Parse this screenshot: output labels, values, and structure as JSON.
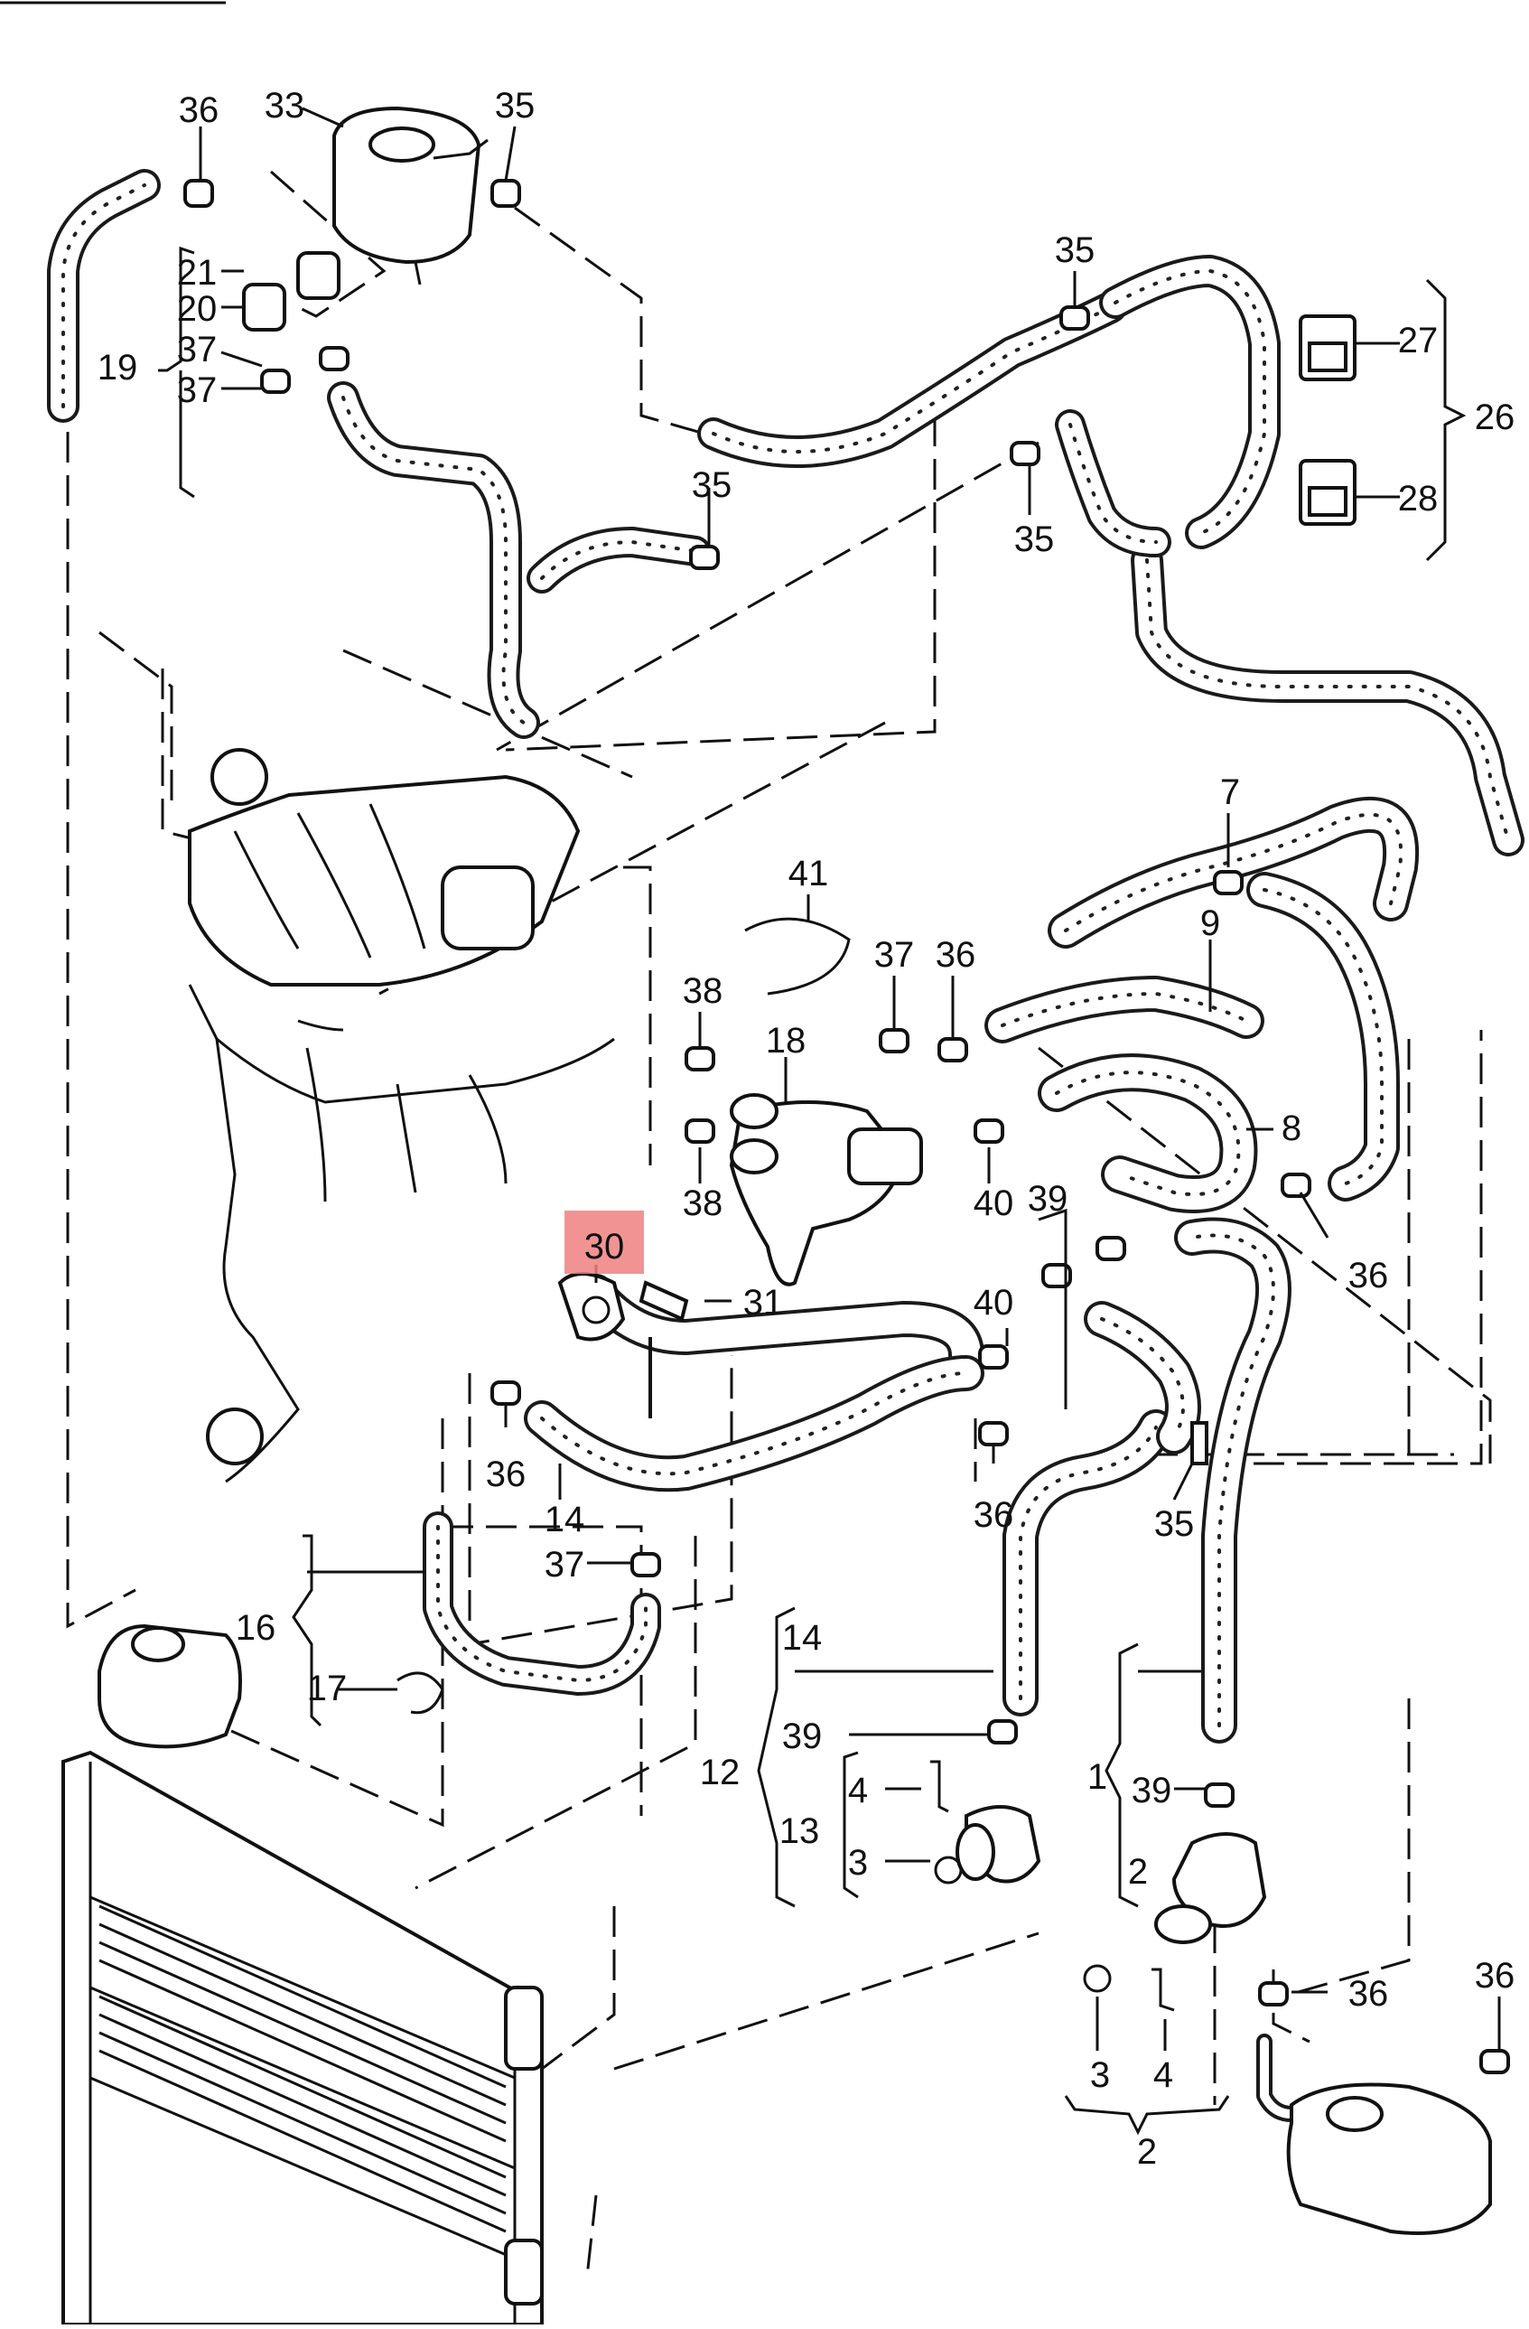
{
  "diagram": {
    "highlight_color": "#f08080",
    "highlighted_part": "30",
    "callouts": [
      {
        "id": "c36-top",
        "text": "36"
      },
      {
        "id": "c33",
        "text": "33"
      },
      {
        "id": "c35-top",
        "text": "35"
      },
      {
        "id": "c21",
        "text": "21"
      },
      {
        "id": "c20",
        "text": "20"
      },
      {
        "id": "c19",
        "text": "19"
      },
      {
        "id": "c37-a",
        "text": "37"
      },
      {
        "id": "c37-b",
        "text": "37"
      },
      {
        "id": "c35-right",
        "text": "35"
      },
      {
        "id": "c27",
        "text": "27"
      },
      {
        "id": "c26",
        "text": "26"
      },
      {
        "id": "c28",
        "text": "28"
      },
      {
        "id": "c35-mid",
        "text": "35"
      },
      {
        "id": "c35-center",
        "text": "35"
      },
      {
        "id": "c7",
        "text": "7"
      },
      {
        "id": "c41",
        "text": "41"
      },
      {
        "id": "c37-mid",
        "text": "37"
      },
      {
        "id": "c36-mid",
        "text": "36"
      },
      {
        "id": "c9",
        "text": "9"
      },
      {
        "id": "c38-a",
        "text": "38"
      },
      {
        "id": "c18",
        "text": "18"
      },
      {
        "id": "c8",
        "text": "8"
      },
      {
        "id": "c38-b",
        "text": "38"
      },
      {
        "id": "c40-a",
        "text": "40"
      },
      {
        "id": "c39-a",
        "text": "39"
      },
      {
        "id": "c30",
        "text": "30"
      },
      {
        "id": "c31",
        "text": "31"
      },
      {
        "id": "c36-right",
        "text": "36"
      },
      {
        "id": "c40-b",
        "text": "40"
      },
      {
        "id": "c36-left",
        "text": "36"
      },
      {
        "id": "c36-low",
        "text": "36"
      },
      {
        "id": "c35-low",
        "text": "35"
      },
      {
        "id": "c14-a",
        "text": "14"
      },
      {
        "id": "c37-low",
        "text": "37"
      },
      {
        "id": "c16",
        "text": "16"
      },
      {
        "id": "c17",
        "text": "17"
      },
      {
        "id": "c14-b",
        "text": "14"
      },
      {
        "id": "c39-b",
        "text": "39"
      },
      {
        "id": "c12",
        "text": "12"
      },
      {
        "id": "c4-a",
        "text": "4"
      },
      {
        "id": "c13",
        "text": "13"
      },
      {
        "id": "c3-a",
        "text": "3"
      },
      {
        "id": "c1",
        "text": "1"
      },
      {
        "id": "c39-c",
        "text": "39"
      },
      {
        "id": "c2-a",
        "text": "2"
      },
      {
        "id": "c36-br",
        "text": "36"
      },
      {
        "id": "c36-far",
        "text": "36"
      },
      {
        "id": "c3-b",
        "text": "3"
      },
      {
        "id": "c4-b",
        "text": "4"
      },
      {
        "id": "c2-b",
        "text": "2"
      }
    ]
  }
}
